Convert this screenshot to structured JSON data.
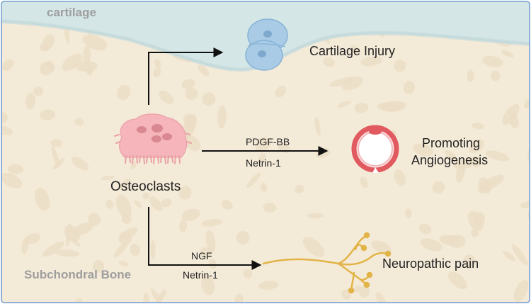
{
  "regions": {
    "top": "cartilage",
    "bottom": "Subchondral Bone"
  },
  "cell": "Osteoclasts",
  "outcomes": {
    "cartilage_injury": "Cartilage Injury",
    "angiogenesis": [
      "Promoting",
      "Angiogenesis"
    ],
    "pain": "Neuropathic pain"
  },
  "mediators": {
    "angiogenesis": [
      "PDGF-BB",
      "Netrin-1"
    ],
    "pain": [
      "NGF",
      "Netrin-1"
    ]
  },
  "colors": {
    "frame": "#8fb1d9",
    "bone_bg": "#f4ead8",
    "bone_pores": "#ebdcc4",
    "cartilage": "#d5e6e6",
    "cartilage_stroke": "#b9d3d6",
    "osteoclast": "#f5b5bb",
    "osteoclast_nuclei": "#d98790",
    "vessel": "#e05a5f",
    "vessel_fill": "#fbe3e3",
    "chondrocyte": "#a9cbe6",
    "nerve": "#e2b448",
    "arrow": "#111111"
  }
}
